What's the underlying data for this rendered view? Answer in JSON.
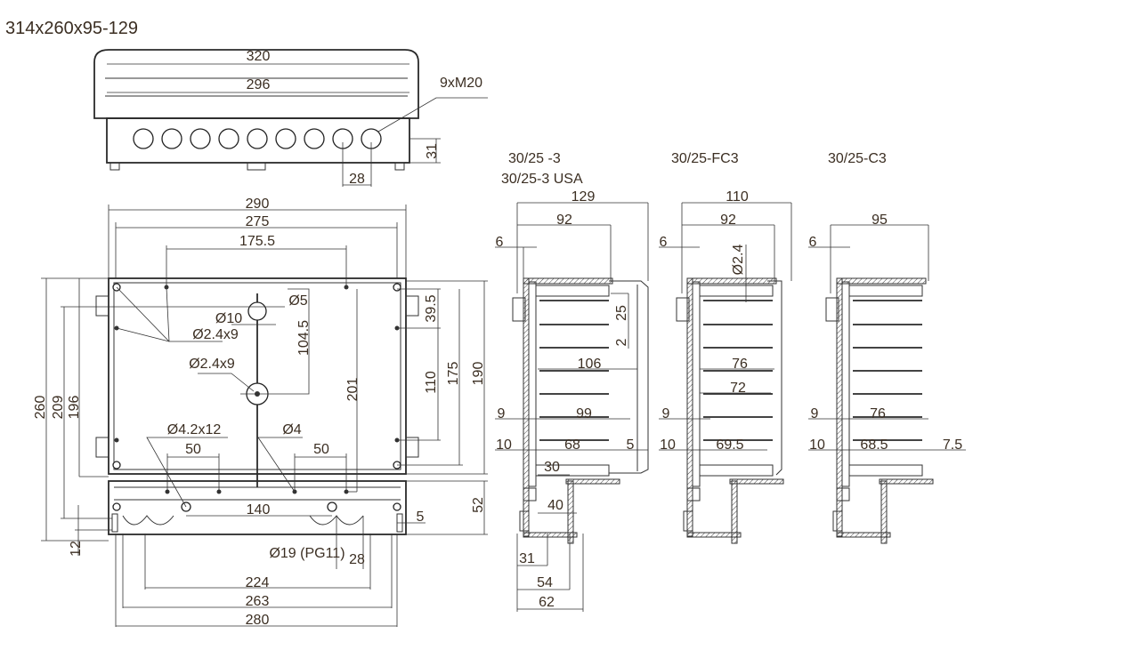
{
  "title": "314x260x95-129",
  "top_view": {
    "width_outer": "320",
    "width_inner": "296",
    "glands": "9xM20",
    "height": "31",
    "pitch": "28"
  },
  "front_view": {
    "w290": "290",
    "w275": "275",
    "w175_5": "175.5",
    "d5": "Ø5",
    "d10": "Ø10",
    "d24x9_a": "Ø2.4x9",
    "d24x9_b": "Ø2.4x9",
    "h104_5": "104.5",
    "h39_5": "39.5",
    "h201": "201",
    "h110": "110",
    "h175": "175",
    "h190": "190",
    "h260": "260",
    "h209": "209",
    "h196": "196",
    "d42x12": "Ø4.2x12",
    "d4": "Ø4",
    "s50_a": "50",
    "s50_b": "50",
    "s140": "140",
    "s5": "5",
    "h52": "52",
    "h12": "12",
    "pg": "Ø19 (PG11)",
    "s28": "28",
    "w224": "224",
    "w263": "263",
    "w280": "280"
  },
  "side_a": {
    "title1": "30/25 -3",
    "title2": "30/25-3 USA",
    "d129": "129",
    "d92": "92",
    "d6": "6",
    "d25": "25",
    "d2": "2",
    "d106": "106",
    "d9": "9",
    "d99": "99",
    "d10": "10",
    "d68": "68",
    "d5": "5",
    "d30": "30",
    "d40": "40",
    "d31": "31",
    "d54": "54",
    "d62": "62"
  },
  "side_b": {
    "title": "30/25-FC3",
    "d110": "110",
    "d92": "92",
    "d6": "6",
    "d24": "Ø2.4",
    "d76": "76",
    "d72": "72",
    "d9": "9",
    "d10": "10",
    "d69_5": "69.5"
  },
  "side_c": {
    "title": "30/25-C3",
    "d95": "95",
    "d6": "6",
    "d9": "9",
    "d76": "76",
    "d10": "10",
    "d68_5": "68.5",
    "d7_5": "7.5"
  }
}
